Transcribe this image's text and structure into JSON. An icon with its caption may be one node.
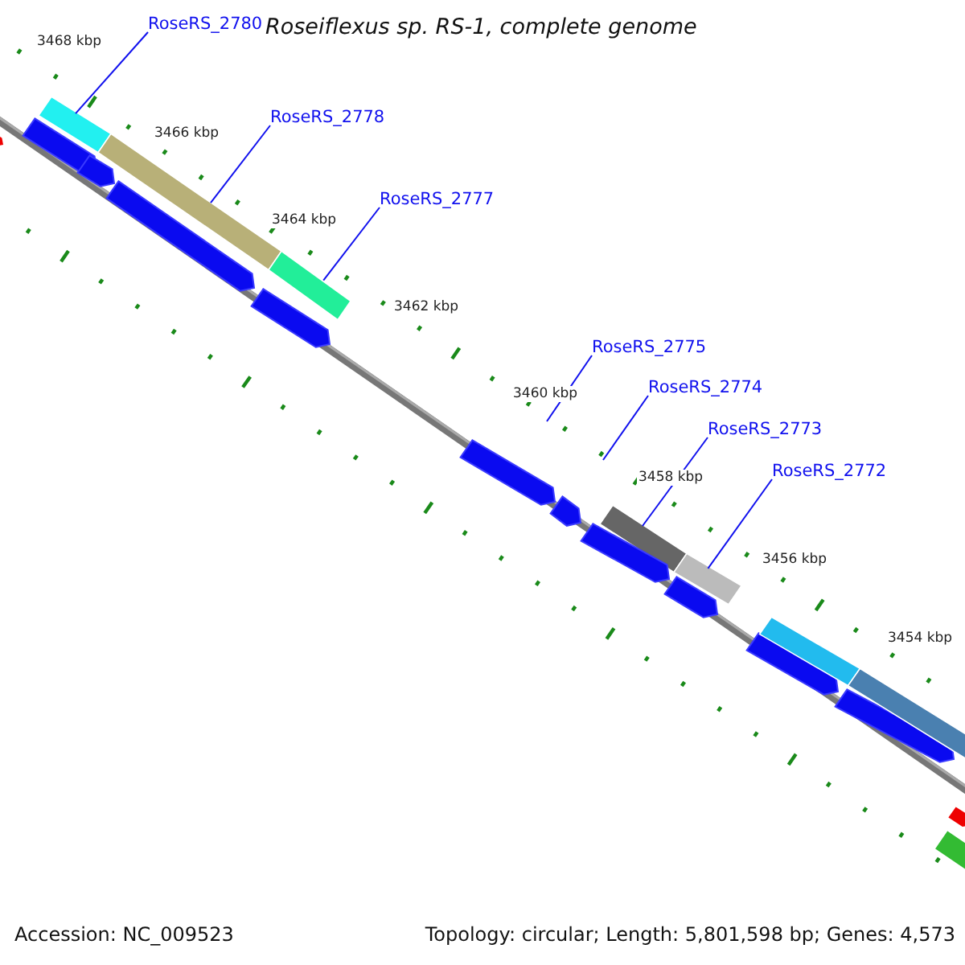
{
  "diagram": {
    "title": "Roseiflexus sp. RS-1, complete genome",
    "nodes": [
      {
        "text": [
          "RoseRS_2780"
        ]
      },
      {
        "text": [],
        "shape": "bar"
      },
      {
        "text": [
          "RoseRS_2778"
        ]
      },
      {
        "text": [],
        "shape": "bar"
      },
      {
        "text": [
          "RoseRS_2777"
        ]
      },
      {
        "text": [],
        "shape": "bar"
      },
      {
        "text": [
          "RoseRS_2775"
        ]
      },
      {
        "text": [
          "RoseRS_2774"
        ]
      },
      {
        "text": [
          "RoseRS_2773"
        ]
      },
      {
        "text": [],
        "shape": "bar"
      },
      {
        "text": [
          "RoseRS_2772"
        ]
      },
      {
        "text": [],
        "shape": "bar"
      },
      {
        "text": [],
        "shape": "arrow"
      },
      {
        "text": [],
        "shape": "arrow"
      },
      {
        "text": [],
        "shape": "arrow"
      },
      {
        "text": [],
        "shape": "arrow"
      },
      {
        "text": [],
        "shape": "arrow"
      },
      {
        "text": [],
        "shape": "arrow"
      },
      {
        "text": [],
        "shape": "arrow"
      },
      {
        "text": [],
        "shape": "arrow"
      },
      {
        "text": [],
        "shape": "arrow"
      },
      {
        "text": [],
        "shape": "arrow"
      },
      {
        "text": [],
        "shape": "arrow"
      },
      {
        "text": [],
        "shape": "bar"
      },
      {
        "text": [],
        "shape": "bar"
      },
      {
        "text": [],
        "shape": "bar"
      },
      {
        "text": [],
        "shape": "arrow"
      }
    ],
    "edges": [
      {
        "from": 0,
        "to": 1,
        "arrow": "none"
      },
      {
        "from": 2,
        "to": 3,
        "arrow": "none"
      },
      {
        "from": 4,
        "to": 5,
        "arrow": "none"
      },
      {
        "from": 6,
        "to": null,
        "arrow": "none"
      },
      {
        "from": 7,
        "to": null,
        "arrow": "none"
      },
      {
        "from": 8,
        "to": 9,
        "arrow": "none"
      },
      {
        "from": 10,
        "to": 11,
        "arrow": "none"
      }
    ],
    "labels": [
      "3468 kbp",
      "3466 kbp",
      "3464 kbp",
      "3462 kbp",
      "3460 kbp",
      "3458 kbp",
      "3456 kbp",
      "3454 kbp",
      "Accession: NC_009523",
      "Topology: circular; Length: 5,801,598 bp; Genes: 4,573"
    ]
  }
}
